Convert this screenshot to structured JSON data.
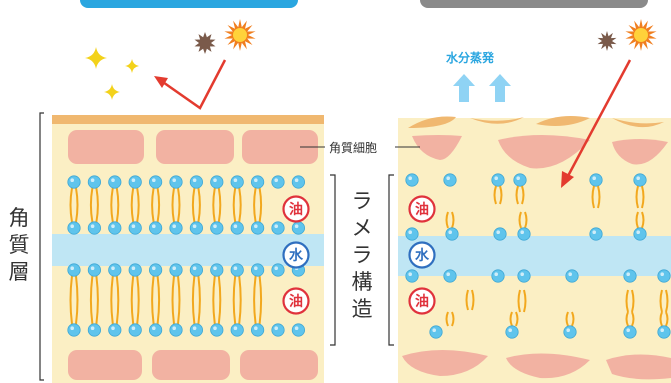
{
  "labels": {
    "stratum_corneum": "角質層",
    "lamellar": "ラメラ構造",
    "corneocyte": "角質細胞",
    "evaporation": "水分蒸発",
    "oil": "油",
    "water": "水"
  },
  "colors": {
    "lipid_head": "#5fc4ec",
    "lipid_tail": "#f2a81e",
    "water_band": "#bfe6f4",
    "cell": "#f2b2a2",
    "background": "#fbefc4",
    "top_cell_strip": "#f0b870",
    "oil_badge": "#e0323c",
    "water_badge": "#2f6fbf",
    "arrow_red": "#e33b2f",
    "sun": "#f07e1e",
    "sun_dark": "#7a5a4a",
    "sparkle": "#f3d21a",
    "evaporation_arrow": "#8fd3f4"
  },
  "icons": [
    "sun-icon",
    "dark-sun-icon",
    "sparkle-icon",
    "reflect-arrow-icon",
    "evaporation-arrow-icon",
    "penetrate-arrow-icon"
  ]
}
